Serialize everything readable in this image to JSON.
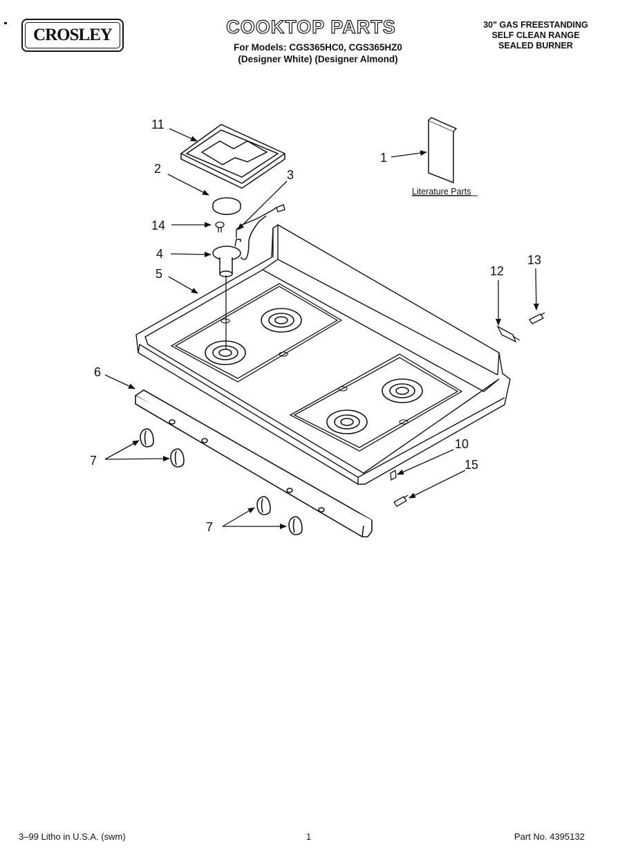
{
  "header": {
    "brand": "CROSLEY",
    "title": "COOKTOP PARTS",
    "models_line": "For Models: CGS365HC0, CGS365HZ0",
    "variants_line": "(Designer White)  (Designer Almond)",
    "range_line1": "30\" GAS FREESTANDING",
    "range_line2": "SELF CLEAN RANGE",
    "range_line3": "SEALED BURNER"
  },
  "diagram": {
    "callouts": [
      "11",
      "2",
      "3",
      "14",
      "4",
      "5",
      "1",
      "12",
      "13",
      "6",
      "7",
      "10",
      "15",
      "7"
    ],
    "literature_label": "Literature Parts"
  },
  "footer": {
    "left": "3–99 Litho in U.S.A. (swm)",
    "page": "1",
    "part_no": "Part No. 4395132"
  }
}
